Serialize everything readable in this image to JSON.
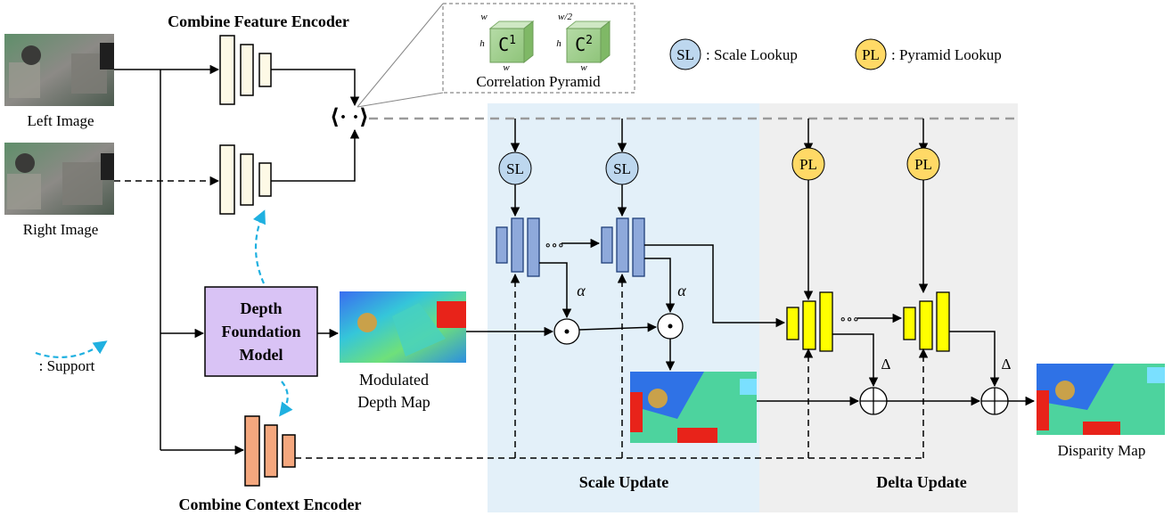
{
  "inputs": {
    "left_image_label": "Left Image",
    "right_image_label": "Right Image"
  },
  "encoders": {
    "feature_title": "Combine Feature Encoder",
    "context_title": "Combine Context Encoder"
  },
  "correlation": {
    "caption": "Correlation Pyramid",
    "operator": "⟨· ·⟩",
    "volumes": [
      {
        "name": "C",
        "level": "1",
        "w": "w",
        "h": "h",
        "bottom": "w"
      },
      {
        "name": "C",
        "level": "2",
        "w": "w/2",
        "h": "h",
        "bottom": "w"
      }
    ]
  },
  "legend": {
    "sl_abbr": "SL",
    "sl_text": ": Scale Lookup",
    "pl_abbr": "PL",
    "pl_text": ": Pyramid Lookup",
    "support_text": ": Support"
  },
  "foundation_model": {
    "line1": "Depth",
    "line2": "Foundation",
    "line3": "Model"
  },
  "maps": {
    "modulated_line1": "Modulated",
    "modulated_line2": "Depth Map",
    "disparity": "Disparity Map"
  },
  "stages": {
    "scale_update": "Scale Update",
    "delta_update": "Delta Update"
  },
  "symbols": {
    "alpha": "α",
    "delta": "Δ",
    "dots": "∘∘∘"
  },
  "colors": {
    "scale_panel": "#e3f0f9",
    "delta_panel": "#efefef",
    "feature_encoder": "#fdf9e6",
    "context_encoder": "#f4a77e",
    "gru_scale": "#8ea9db",
    "gru_delta": "#ffff00",
    "sl_node": "#bdd7ee",
    "pl_node": "#ffd966",
    "foundation": "#d9c3f5",
    "support_arrow": "#1fb0e0"
  }
}
